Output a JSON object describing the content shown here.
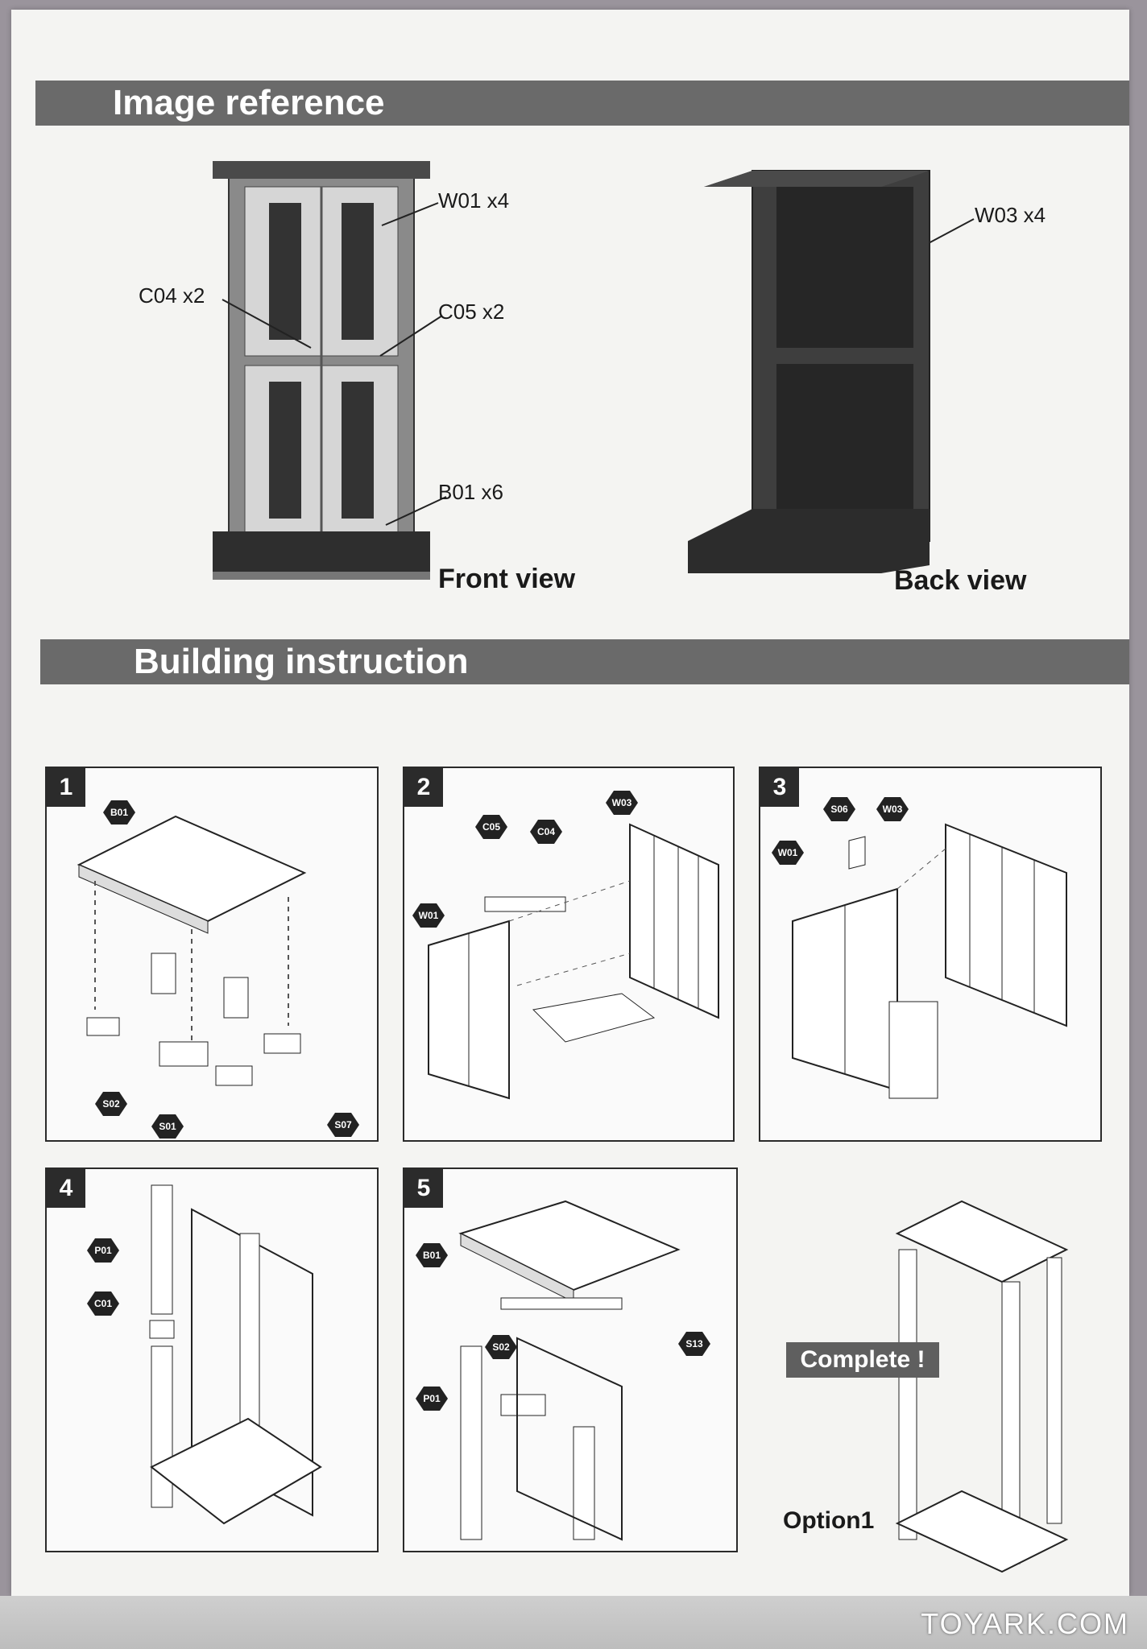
{
  "image_reference": {
    "title": "Image reference",
    "callouts": {
      "w01": "W01 x4",
      "c04": "C04 x2",
      "c05": "C05 x2",
      "b01": "B01 x6",
      "w03": "W03 x4"
    },
    "front_label": "Front view",
    "back_label": "Back view"
  },
  "building_instruction": {
    "title": "Building instruction",
    "steps": [
      "1",
      "2",
      "3",
      "4",
      "5"
    ],
    "part_tags": {
      "step1": [
        "B01",
        "S02",
        "S01",
        "S07"
      ],
      "step2": [
        "C05",
        "C04",
        "W03",
        "W01"
      ],
      "step3": [
        "S06",
        "W03",
        "W01"
      ],
      "step4": [
        "P01",
        "C01"
      ],
      "step5": [
        "B01",
        "S02",
        "S13",
        "P01"
      ]
    },
    "complete_label": "Complete !",
    "option_label": "Option1"
  },
  "watermark": "TOYARK.COM"
}
